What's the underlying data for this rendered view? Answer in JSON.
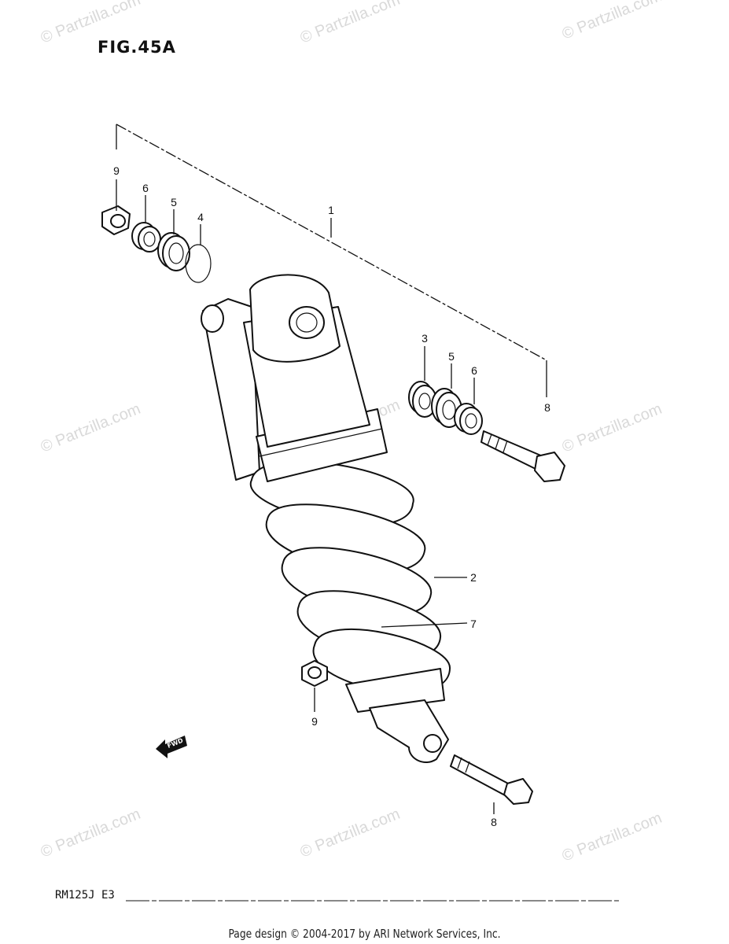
{
  "figure": {
    "title": "FIG.45A",
    "model_label": "RM125J E3",
    "footer": "Page design © 2004-2017 by ARI Network Services, Inc.",
    "forward_marker": "FWD",
    "watermark": "© Partzilla.com"
  },
  "callouts": [
    {
      "id": "c9a",
      "label": "9"
    },
    {
      "id": "c6a",
      "label": "6"
    },
    {
      "id": "c5a",
      "label": "5"
    },
    {
      "id": "c4",
      "label": "4"
    },
    {
      "id": "c1",
      "label": "1"
    },
    {
      "id": "c3",
      "label": "3"
    },
    {
      "id": "c5b",
      "label": "5"
    },
    {
      "id": "c6b",
      "label": "6"
    },
    {
      "id": "c8a",
      "label": "8"
    },
    {
      "id": "c2",
      "label": "2"
    },
    {
      "id": "c7",
      "label": "7"
    },
    {
      "id": "c9b",
      "label": "9"
    },
    {
      "id": "c8b",
      "label": "8"
    }
  ]
}
